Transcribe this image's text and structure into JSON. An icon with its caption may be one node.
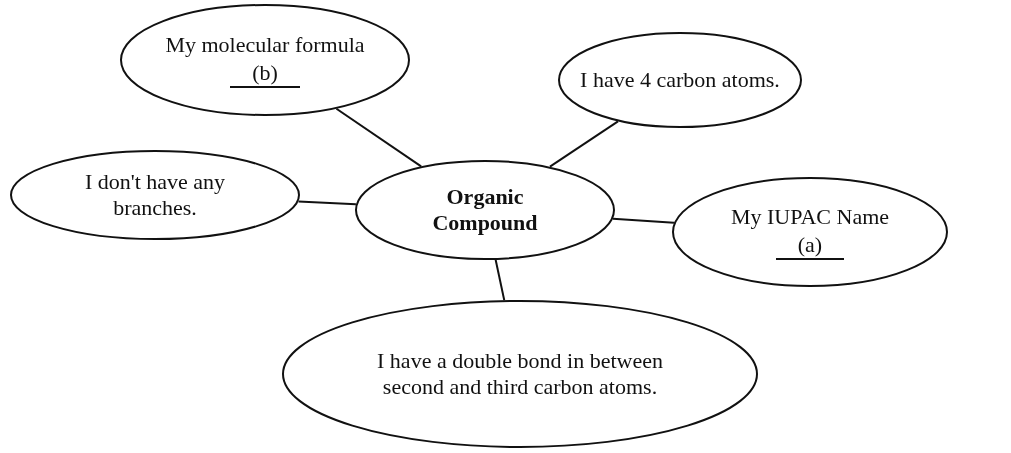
{
  "diagram": {
    "nodes": [
      {
        "text": [
          "Organic Compound"
        ]
      },
      {
        "text": [
          "My molecular formula",
          "(b)"
        ]
      },
      {
        "text": [
          "I have 4 carbon atoms."
        ]
      },
      {
        "text": [
          "I don't have any branches."
        ]
      },
      {
        "text": [
          "My IUPAC Name",
          "(a)"
        ]
      },
      {
        "text": [
          "I have a double bond in between second and third carbon atoms."
        ]
      }
    ],
    "edges": [
      {
        "from": 0,
        "to": 1,
        "arrow": "none"
      },
      {
        "from": 0,
        "to": 2,
        "arrow": "none"
      },
      {
        "from": 0,
        "to": 3,
        "arrow": "none"
      },
      {
        "from": 0,
        "to": 4,
        "arrow": "none"
      },
      {
        "from": 0,
        "to": 5,
        "arrow": "none"
      }
    ]
  }
}
